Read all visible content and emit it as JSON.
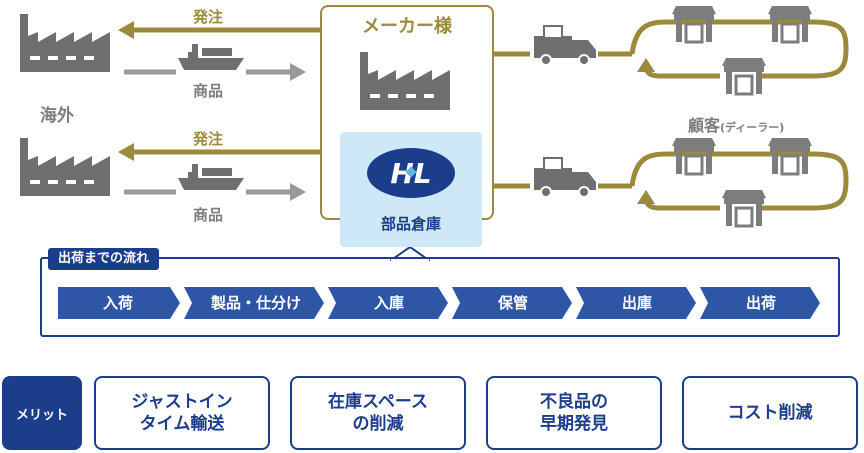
{
  "overseas": {
    "label": "海外",
    "order_label_top": "発注",
    "goods_label_top": "商品",
    "order_label_bottom": "発注",
    "goods_label_bottom": "商品"
  },
  "maker": {
    "title": "メーカー様"
  },
  "warehouse": {
    "logo_text": "HL",
    "label": "部品倉庫"
  },
  "customers": {
    "label": "顧客",
    "sub_label": "(ディーラー)"
  },
  "flow": {
    "title": "出荷までの流れ",
    "steps": [
      "入荷",
      "製品・仕分け",
      "入庫",
      "保管",
      "出庫",
      "出荷"
    ]
  },
  "merits": {
    "badge": "メリット",
    "cards": [
      {
        "line1": "ジャストイン",
        "line2": "タイム輸送"
      },
      {
        "line1": "在庫スペース",
        "line2": "の削減"
      },
      {
        "line1": "不良品の",
        "line2": "早期発見"
      },
      {
        "line1": "コスト削減",
        "line2": ""
      }
    ]
  },
  "colors": {
    "gold": "#9c8a3c",
    "navy": "#1c3d8a",
    "gray": "#7d7d7d",
    "light_blue": "#cfe8f7",
    "factory_gray": "#6f6f6f"
  }
}
